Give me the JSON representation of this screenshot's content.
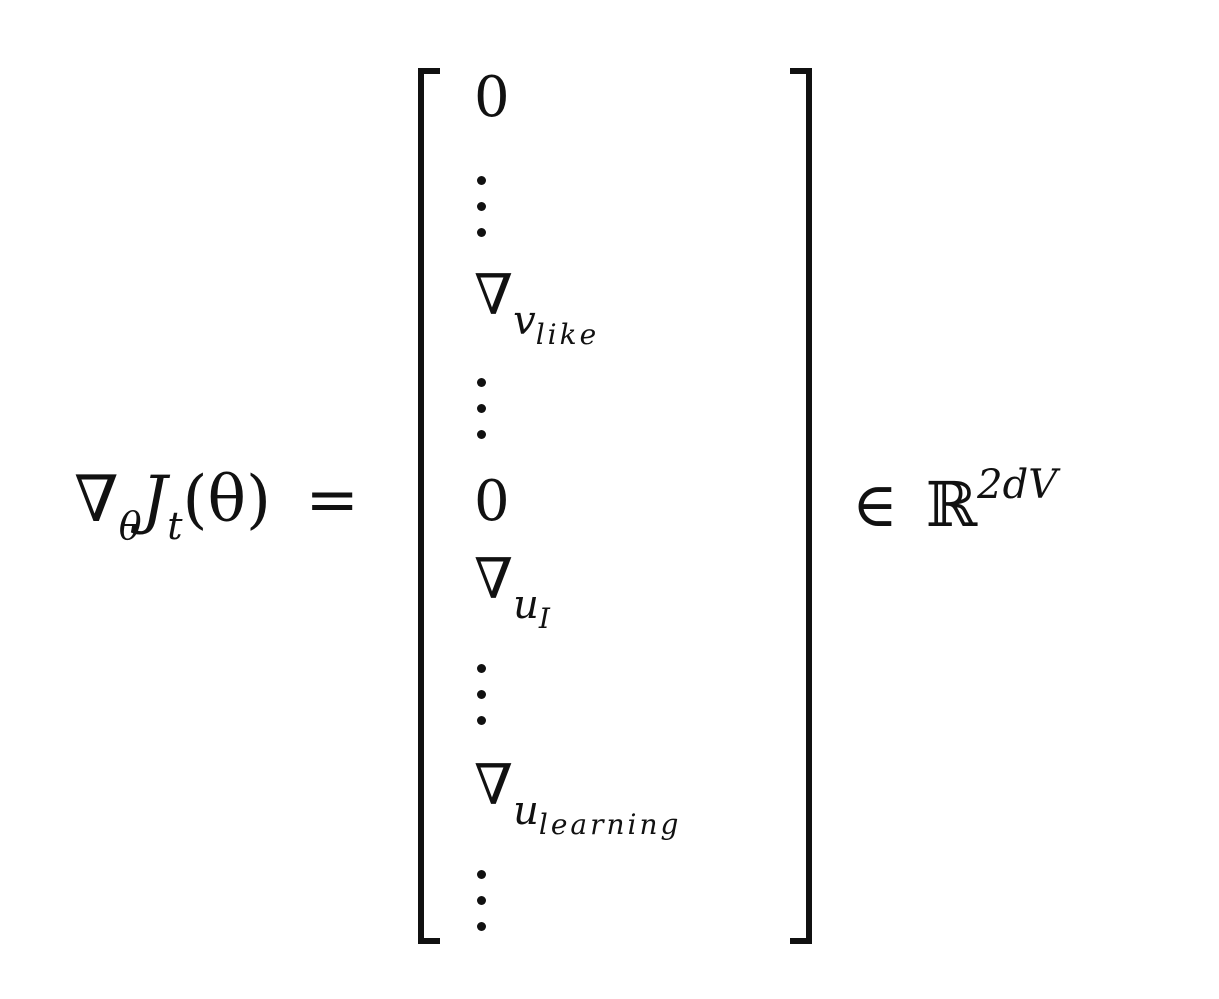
{
  "equation": {
    "lhs": {
      "nabla": "∇",
      "nabla_subscript": "θ",
      "function": "J",
      "function_subscript": "t",
      "argument": "(θ)",
      "equals": "="
    },
    "column": {
      "entry_0": "0",
      "entry_like_symbol": "∇",
      "entry_like_var": "v",
      "entry_like_sub": "like",
      "entry_zero2": "0",
      "entry_I_symbol": "∇",
      "entry_I_var": "u",
      "entry_I_sub": "I",
      "entry_learning_symbol": "∇",
      "entry_learning_var": "u",
      "entry_learning_sub": "learning"
    },
    "rhs": {
      "element_of": "∈",
      "set": "ℝ",
      "exponent": "2dV"
    }
  }
}
